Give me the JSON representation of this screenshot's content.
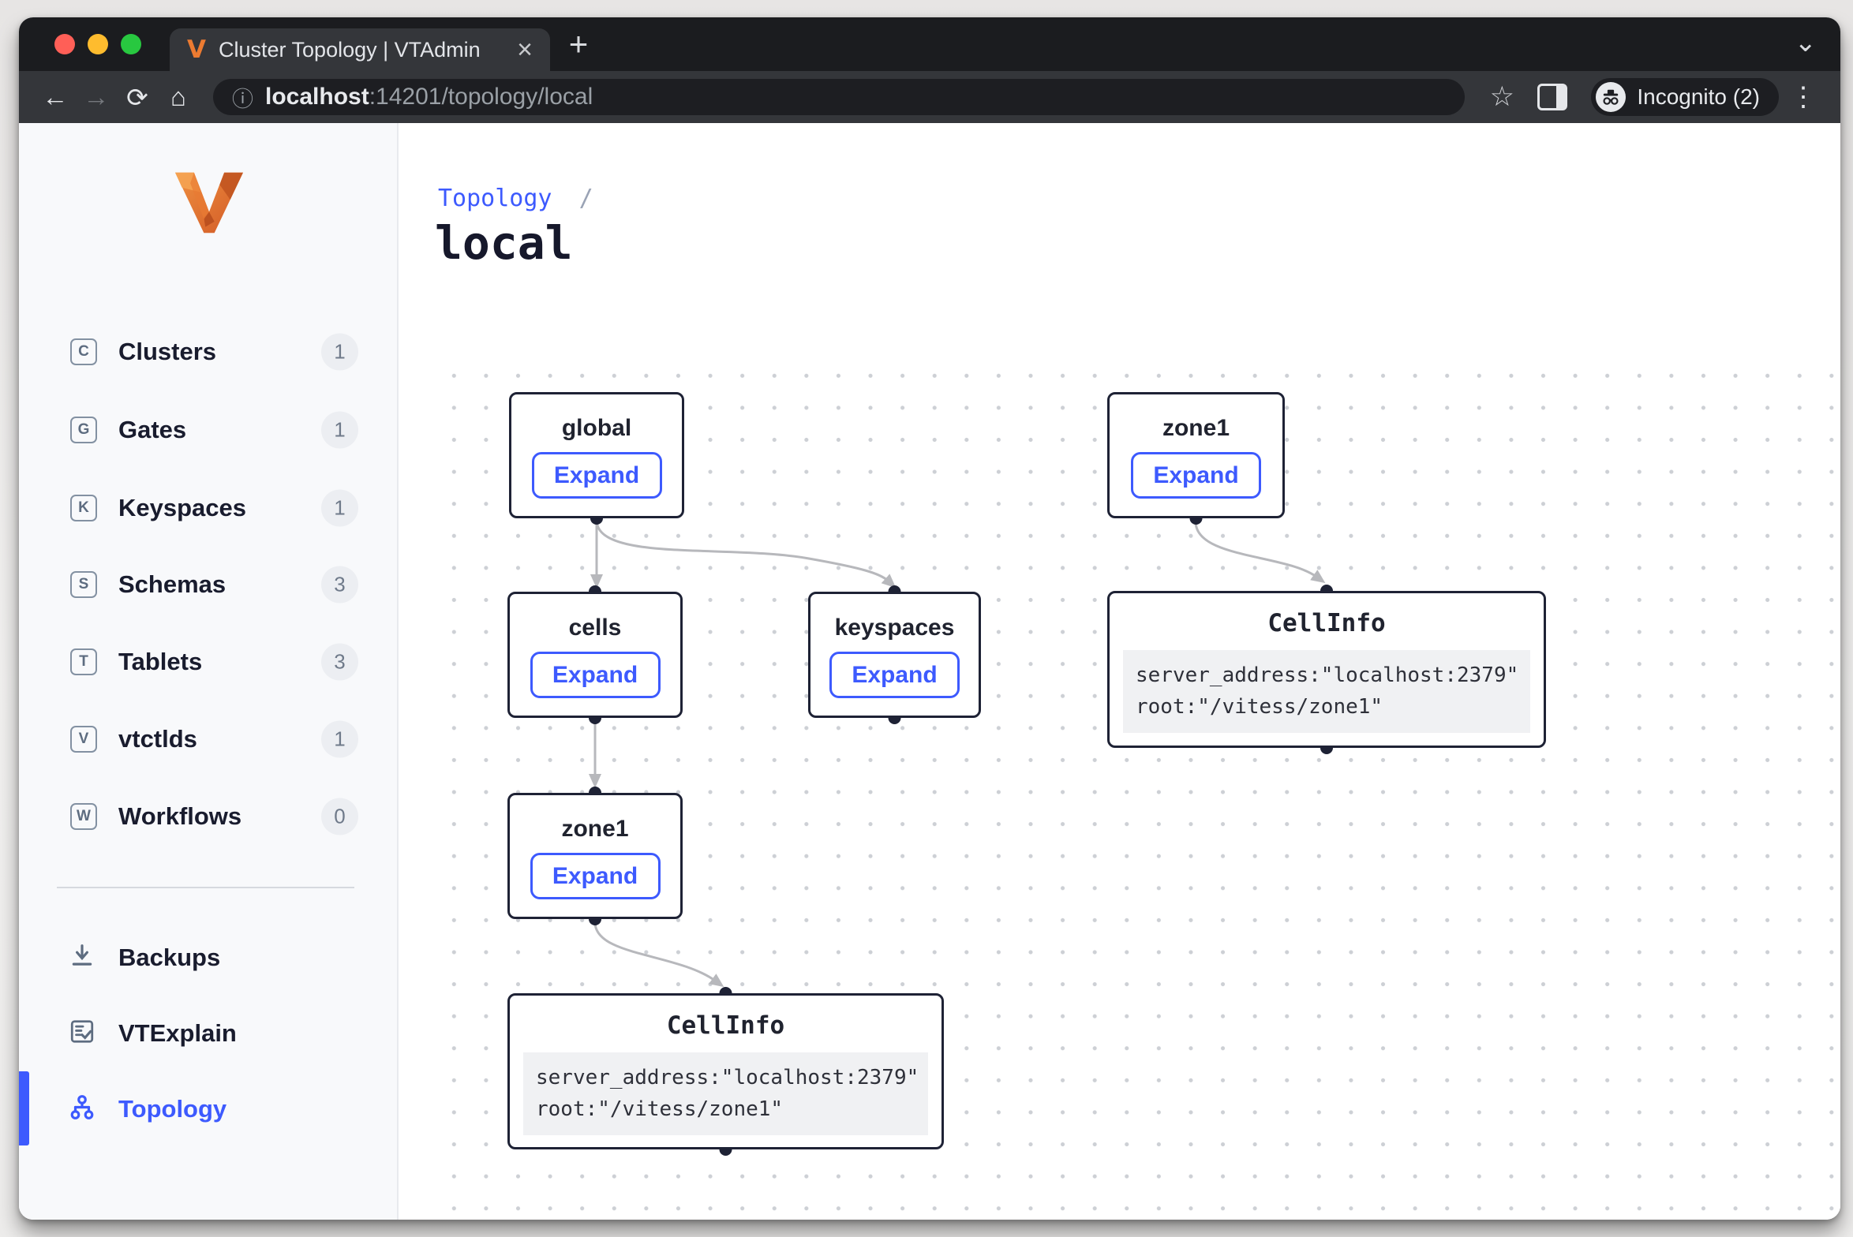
{
  "browser": {
    "tab": {
      "favicon": "V",
      "title": "Cluster Topology | VTAdmin"
    },
    "url": {
      "host": "localhost",
      "rest": ":14201/topology/local"
    },
    "incognito_label": "Incognito (2)",
    "icons": {
      "back": "←",
      "forward": "→",
      "reload": "⟳",
      "home": "⌂",
      "close": "×",
      "new_tab": "+",
      "tab_search": "⌄",
      "bookmark": "☆",
      "menu": "⋮",
      "info": "ⓘ"
    }
  },
  "sidebar": {
    "items": [
      {
        "letter": "C",
        "label": "Clusters",
        "count": "1"
      },
      {
        "letter": "G",
        "label": "Gates",
        "count": "1"
      },
      {
        "letter": "K",
        "label": "Keyspaces",
        "count": "1"
      },
      {
        "letter": "S",
        "label": "Schemas",
        "count": "3"
      },
      {
        "letter": "T",
        "label": "Tablets",
        "count": "3"
      },
      {
        "letter": "V",
        "label": "vtctlds",
        "count": "1"
      },
      {
        "letter": "W",
        "label": "Workflows",
        "count": "0"
      }
    ],
    "secondary": [
      {
        "label": "Backups"
      },
      {
        "label": "VTExplain"
      },
      {
        "label": "Topology"
      }
    ]
  },
  "main": {
    "breadcrumb": "Topology",
    "breadcrumb_separator": "/",
    "title": "local"
  },
  "graph": {
    "nodes": [
      {
        "title": "global",
        "button": "Expand"
      },
      {
        "title": "zone1",
        "button": "Expand"
      },
      {
        "title": "cells",
        "button": "Expand"
      },
      {
        "title": "keyspaces",
        "button": "Expand"
      },
      {
        "title": "zone1",
        "button": "Expand"
      },
      {
        "title": "CellInfo",
        "code": [
          "server_address:\"localhost:2379\"",
          "root:\"/vitess/zone1\""
        ]
      },
      {
        "title": "CellInfo",
        "code": [
          "server_address:\"localhost:2379\"",
          "root:\"/vitess/zone1\""
        ]
      }
    ]
  },
  "colors": {
    "accent_blue": "#3d5afe",
    "node_border": "#1e2235",
    "edge_gray": "#b7b8bc",
    "sidebar_bg": "#f8f9fb"
  }
}
